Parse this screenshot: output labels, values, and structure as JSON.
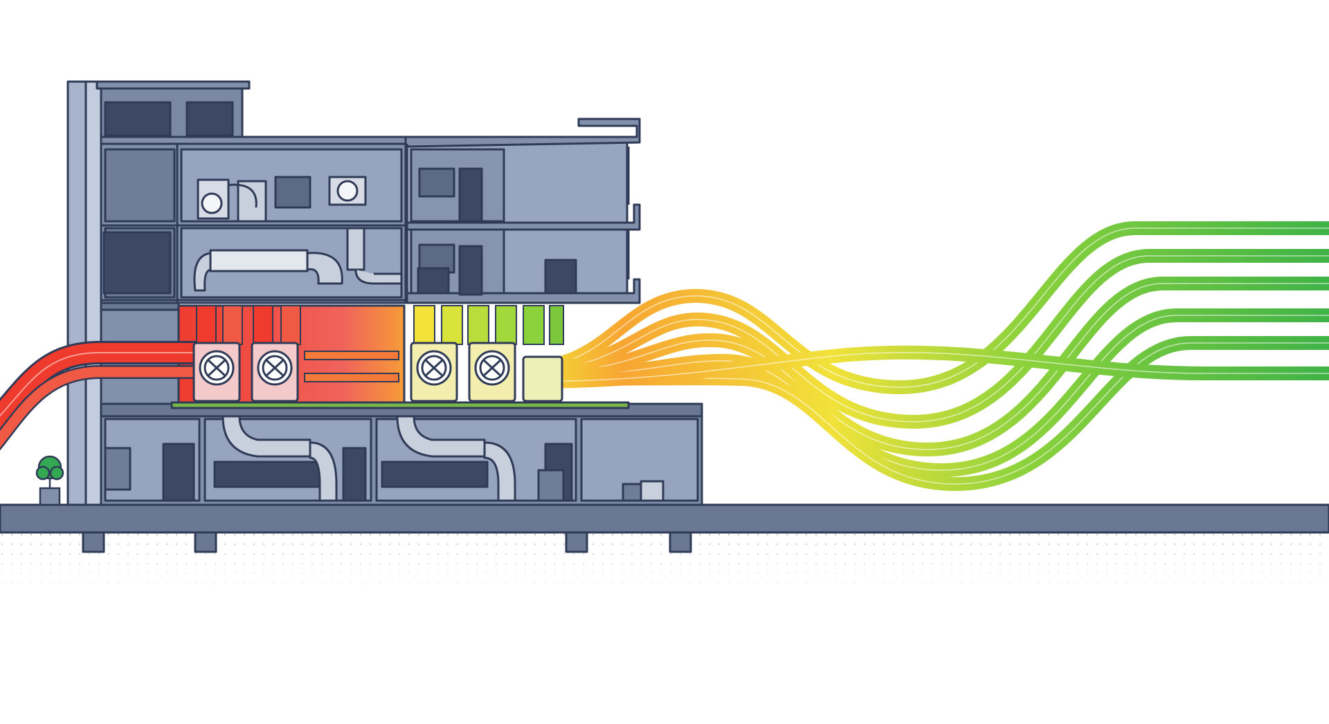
{
  "scene": {
    "subject": "building-cross-section-airflow",
    "colors": {
      "background": "#ffffff",
      "structure_fill": "#8290ac",
      "structure_dark": "#5f6c86",
      "structure_stroke": "#2f3a57",
      "wall_light": "#a7b4cc",
      "hot": "#ef3b2e",
      "warm": "#f7a531",
      "neutral": "#f2e23a",
      "cool": "#8cd23c",
      "cold": "#3fb347",
      "hot_zone": "#f0635b",
      "unit_hot": "#f3c9c9",
      "unit_cool": "#f4eeae",
      "ground_dots": "#b6bccb",
      "plant": "#34a853"
    },
    "icons": [
      "building-icon",
      "fan-unit-icon",
      "duct-icon",
      "vent-grille-icon",
      "door-icon",
      "window-icon",
      "potted-plant-icon",
      "airflow-arrow-icon"
    ],
    "airflow": {
      "hot_side": "left",
      "cool_side": "right",
      "hot_unit_count": 2,
      "cool_unit_count": 3,
      "cool_stream_count": 6
    }
  }
}
